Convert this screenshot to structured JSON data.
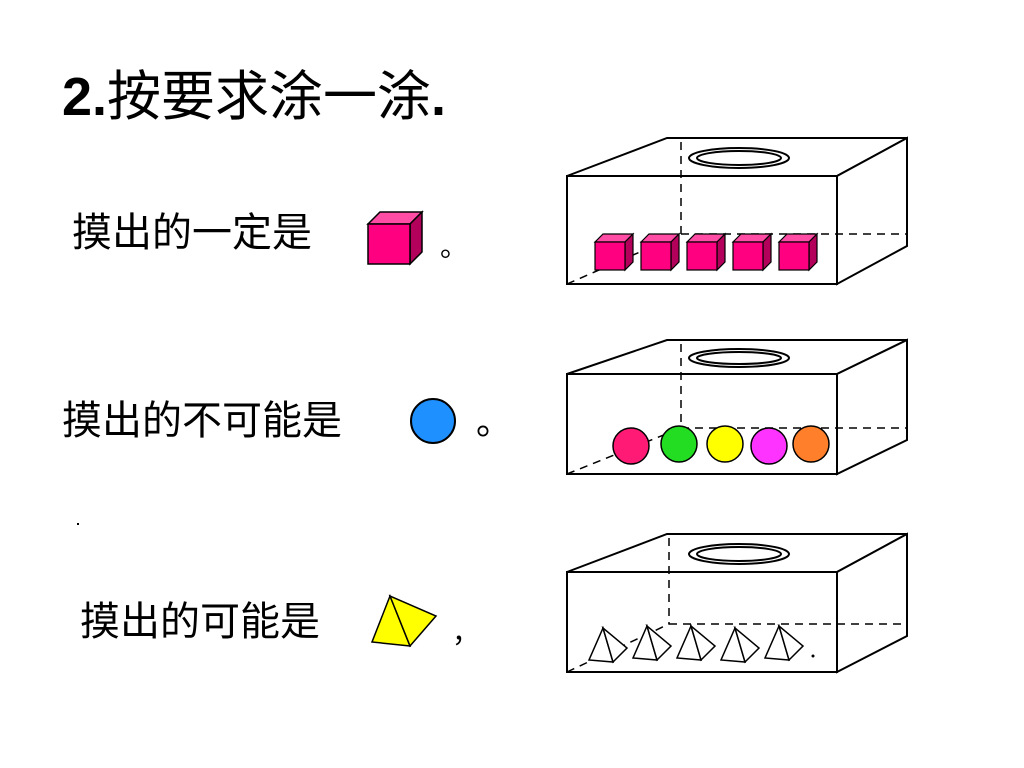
{
  "title": {
    "number": "2.",
    "text": "按要求涂一涂",
    "end_dot": "."
  },
  "rows": [
    {
      "text": "摸出的一定是",
      "shape_icon": "cube-icon",
      "shape_color": "#ff0080",
      "punct": "。",
      "box_items": [
        "cube",
        "cube",
        "cube",
        "cube",
        "cube"
      ],
      "box_item_colors": [
        "#ff0080",
        "#ff0080",
        "#ff0080",
        "#ff0080",
        "#ff0080"
      ]
    },
    {
      "text": "摸出的不可能是",
      "shape_icon": "sphere-icon",
      "shape_color": "#1e90ff",
      "punct": "。",
      "box_items": [
        "sphere",
        "sphere",
        "sphere",
        "sphere",
        "sphere"
      ],
      "box_item_colors": [
        "#ff1a75",
        "#22dd22",
        "#ffff00",
        "#ff33ff",
        "#ff7f2a"
      ]
    },
    {
      "text": "摸出的可能是",
      "shape_icon": "pyramid-icon",
      "shape_color": "#ffff00",
      "punct": "，",
      "box_items": [
        "pyramid",
        "pyramid",
        "pyramid",
        "pyramid",
        "pyramid"
      ],
      "box_item_colors": [
        "#ffffff",
        "#ffffff",
        "#ffffff",
        "#ffffff",
        "#ffffff"
      ]
    }
  ]
}
